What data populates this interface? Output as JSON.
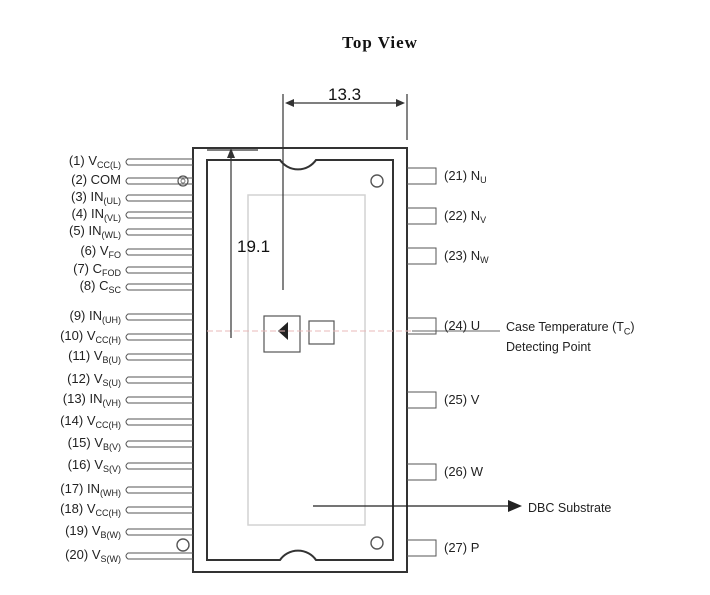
{
  "title": "Top View",
  "dimensions": {
    "width": "13.3",
    "height": "19.1"
  },
  "left_pins": [
    {
      "num": "(1)",
      "name": "V",
      "sub": "CC(L)"
    },
    {
      "num": "(2)",
      "name": "COM",
      "sub": ""
    },
    {
      "num": "(3)",
      "name": "IN",
      "sub": "(UL)"
    },
    {
      "num": "(4)",
      "name": "IN",
      "sub": "(VL)"
    },
    {
      "num": "(5)",
      "name": "IN",
      "sub": "(WL)"
    },
    {
      "num": "(6)",
      "name": "V",
      "sub": "FO"
    },
    {
      "num": "(7)",
      "name": "C",
      "sub": "FOD"
    },
    {
      "num": "(8)",
      "name": "C",
      "sub": "SC"
    },
    {
      "num": "(9)",
      "name": "IN",
      "sub": "(UH)"
    },
    {
      "num": "(10)",
      "name": "V",
      "sub": "CC(H)"
    },
    {
      "num": "(11)",
      "name": "V",
      "sub": "B(U)"
    },
    {
      "num": "(12)",
      "name": "V",
      "sub": "S(U)"
    },
    {
      "num": "(13)",
      "name": "IN",
      "sub": "(VH)"
    },
    {
      "num": "(14)",
      "name": "V",
      "sub": "CC(H)"
    },
    {
      "num": "(15)",
      "name": "V",
      "sub": "B(V)"
    },
    {
      "num": "(16)",
      "name": "V",
      "sub": "S(V)"
    },
    {
      "num": "(17)",
      "name": "IN",
      "sub": "(WH)"
    },
    {
      "num": "(18)",
      "name": "V",
      "sub": "CC(H)"
    },
    {
      "num": "(19)",
      "name": "V",
      "sub": "B(W)"
    },
    {
      "num": "(20)",
      "name": "V",
      "sub": "S(W)"
    }
  ],
  "right_pins": [
    {
      "num": "(21)",
      "name": "N",
      "sub": "U"
    },
    {
      "num": "(22)",
      "name": "N",
      "sub": "V"
    },
    {
      "num": "(23)",
      "name": "N",
      "sub": "W"
    },
    {
      "num": "(24)",
      "name": "U",
      "sub": ""
    },
    {
      "num": "(25)",
      "name": "V",
      "sub": ""
    },
    {
      "num": "(26)",
      "name": "W",
      "sub": ""
    },
    {
      "num": "(27)",
      "name": "P",
      "sub": ""
    }
  ],
  "annotations": {
    "case_temp_line1": "Case Temperature (T",
    "case_temp_sub": "C",
    "case_temp_close": ")",
    "case_temp_line2": "Detecting Point",
    "dbc": "DBC Substrate"
  }
}
